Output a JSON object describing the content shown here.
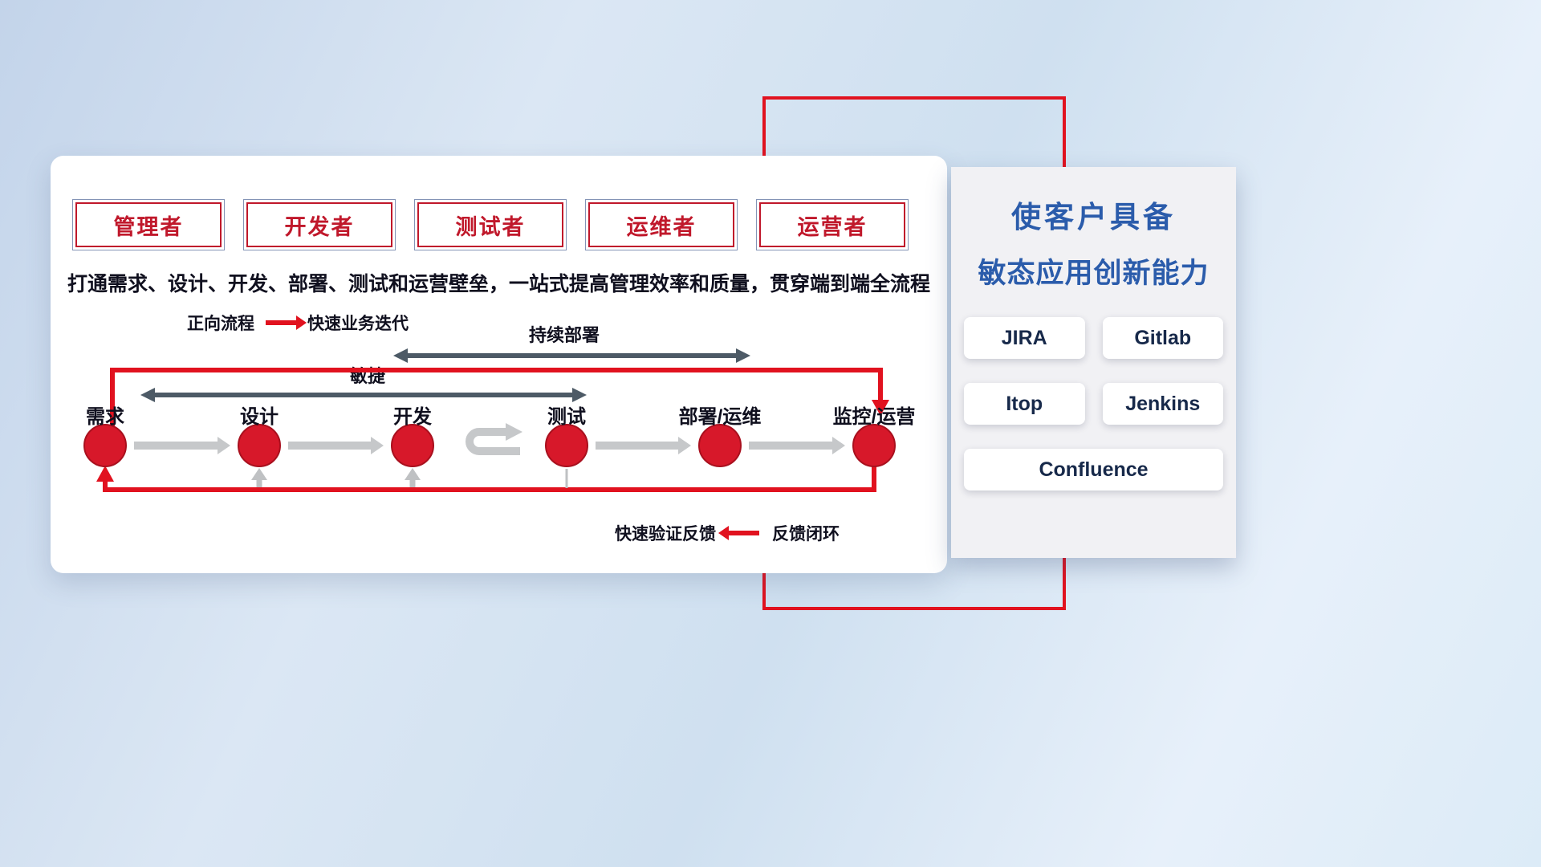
{
  "roles": [
    "管理者",
    "开发者",
    "测试者",
    "运维者",
    "运营者"
  ],
  "description": "打通需求、设计、开发、部署、测试和运营壁垒，一站式提高管理效率和质量，贯穿端到端全流程",
  "legend_forward": {
    "label": "正向流程",
    "value": "快速业务迭代"
  },
  "legend_feedback": {
    "label": "快速验证反馈",
    "value": "反馈闭环"
  },
  "flow_arrows": {
    "continuous_deployment": "持续部署",
    "agile": "敏捷"
  },
  "stages": [
    "需求",
    "设计",
    "开发",
    "测试",
    "部署/运维",
    "监控/运营"
  ],
  "right_panel": {
    "title_line1": "使客户具备",
    "title_line2": "敏态应用创新能力",
    "tools": [
      "JIRA",
      "Gitlab",
      "Itop",
      "Jenkins",
      "Confluence"
    ]
  },
  "colors": {
    "accent_red": "#e1121f",
    "role_red": "#c0182b",
    "title_blue": "#2b5cab",
    "flow_gray": "#c6c8ca",
    "dark_arrow": "#4d5a66"
  }
}
